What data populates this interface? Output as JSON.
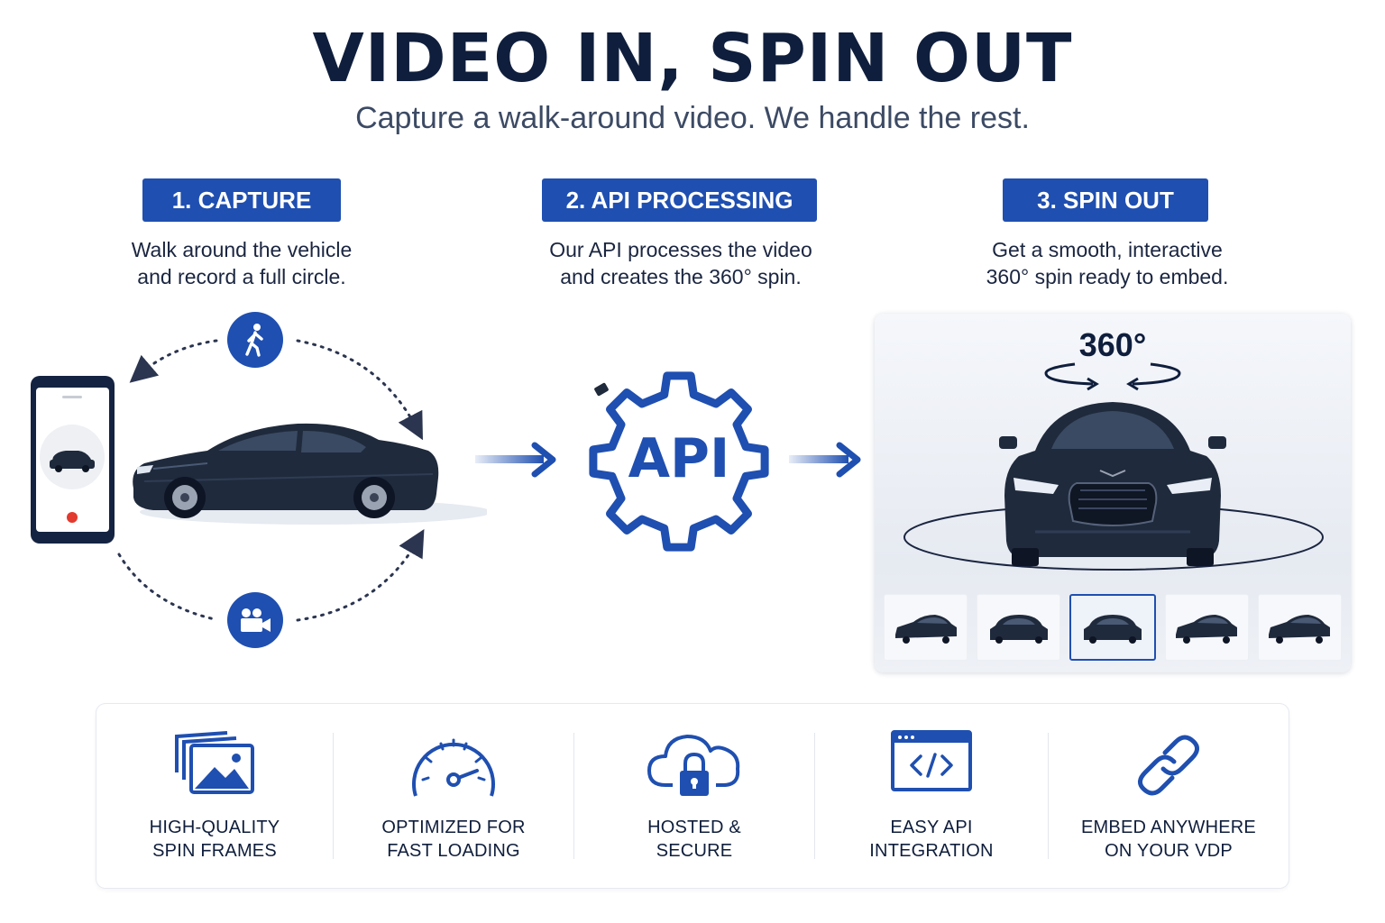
{
  "header": {
    "title": "VIDEO IN, SPIN OUT",
    "subtitle": "Capture a walk-around video. We handle the rest."
  },
  "steps": [
    {
      "label": "1. CAPTURE",
      "desc_line1": "Walk around the vehicle",
      "desc_line2": "and record a full circle."
    },
    {
      "label": "2. API PROCESSING",
      "desc_line1": "Our API processes the video",
      "desc_line2": "and creates the 360° spin."
    },
    {
      "label": "3. SPIN OUT",
      "desc_line1": "Get a smooth, interactive",
      "desc_line2": "360° spin ready to embed."
    }
  ],
  "api_label": "API",
  "spin_label": "360°",
  "thumbnails": {
    "count": 5,
    "selected_index": 2
  },
  "features": [
    {
      "line1": "HIGH-QUALITY",
      "line2": "SPIN FRAMES",
      "icon": "image-stack-icon"
    },
    {
      "line1": "OPTIMIZED FOR",
      "line2": "FAST LOADING",
      "icon": "speedometer-icon"
    },
    {
      "line1": "HOSTED &",
      "line2": "SECURE",
      "icon": "cloud-lock-icon"
    },
    {
      "line1": "EASY API",
      "line2": "INTEGRATION",
      "icon": "code-window-icon"
    },
    {
      "line1": "EMBED ANYWHERE",
      "line2": "ON YOUR VDP",
      "icon": "link-icon"
    }
  ],
  "colors": {
    "brand_blue": "#1f4fb0",
    "navy": "#0f1e3c",
    "car_body": "#1f2a3c"
  }
}
